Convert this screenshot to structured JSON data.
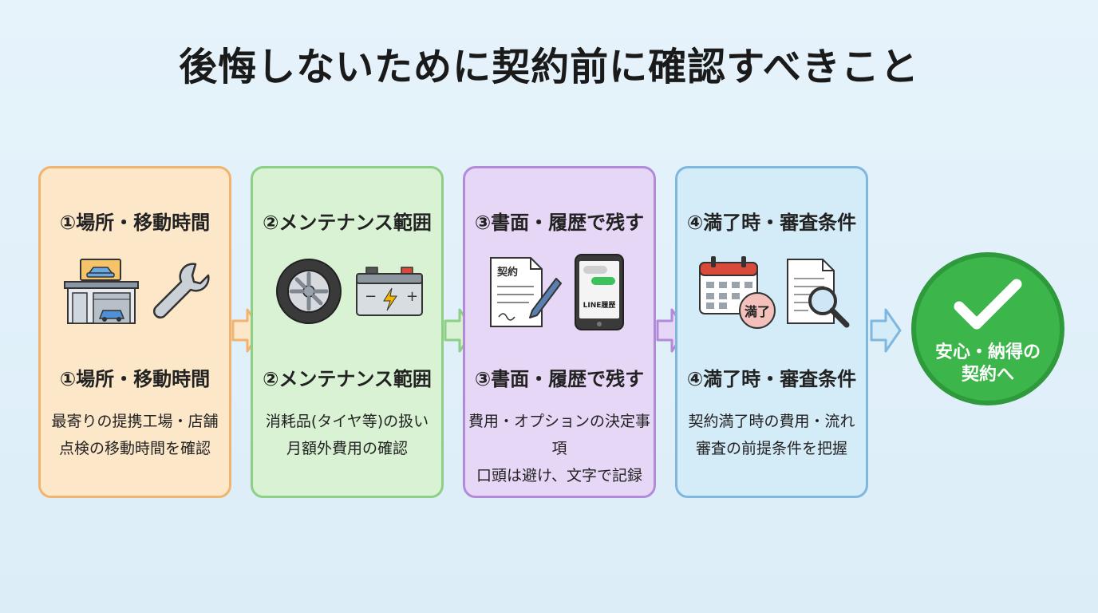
{
  "title": "後悔しないために契約前に確認すべきこと",
  "steps": [
    {
      "heading": "①場所・移動時間",
      "subheading": "①場所・移動時間",
      "desc_lines": [
        "最寄りの提携工場・店舗",
        "点検の移動時間を確認"
      ],
      "icons": [
        "garage-icon",
        "wrench-icon"
      ]
    },
    {
      "heading": "②メンテナンス範囲",
      "subheading": "②メンテナンス範囲",
      "desc_lines": [
        "消耗品(タイヤ等)の扱い",
        "月額外費用の確認"
      ],
      "icons": [
        "tire-icon",
        "battery-icon"
      ]
    },
    {
      "heading": "③書面・履歴で残す",
      "subheading": "③書面・履歴で残す",
      "desc_lines": [
        "費用・オプションの決定事項",
        "口頭は避け、文字で記録"
      ],
      "icons": [
        "contract-document-icon",
        "smartphone-chat-icon"
      ],
      "icon_labels": {
        "contract": "契約",
        "phone": "LINE履歴"
      }
    },
    {
      "heading": "④満了時・審査条件",
      "subheading": "④満了時・審査条件",
      "desc_lines": [
        "契約満了時の費用・流れ",
        "審査の前提条件を把握"
      ],
      "icons": [
        "calendar-icon",
        "magnifier-document-icon"
      ],
      "icon_labels": {
        "calendar_badge": "満了"
      }
    }
  ],
  "goal": {
    "line1": "安心・納得の",
    "line2": "契約へ",
    "icon": "checkmark-icon"
  },
  "colors": {
    "step1": "#fde7c9",
    "step2": "#d9f2d3",
    "step3": "#e7d7f6",
    "step4": "#d4ebf8",
    "goal": "#3cb54a"
  }
}
